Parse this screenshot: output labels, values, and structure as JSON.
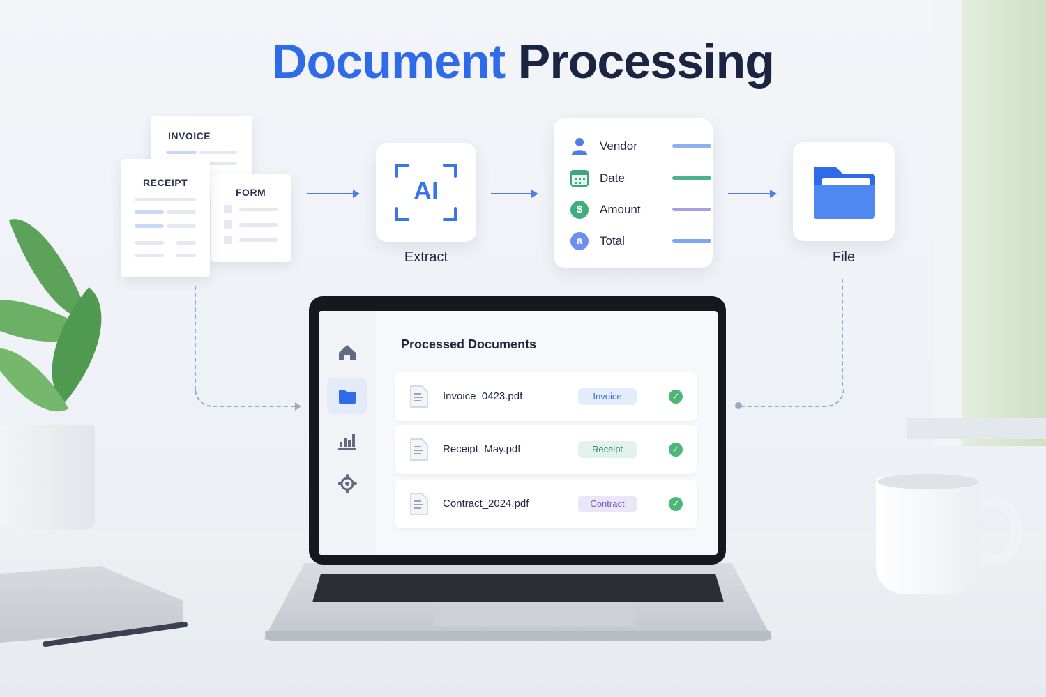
{
  "title": {
    "accent": "Document",
    "rest": "Processing"
  },
  "documents": {
    "invoice": "INVOICE",
    "receipt": "RECEIPT",
    "form": "FORM"
  },
  "extract": {
    "icon_text": "AI",
    "label": "Extract"
  },
  "fields": [
    {
      "label": "Vendor",
      "icon": "person-icon",
      "bar_color": "#8fb0ef"
    },
    {
      "label": "Date",
      "icon": "calendar-icon",
      "bar_color": "#4db08f"
    },
    {
      "label": "Amount",
      "icon": "dollar-icon",
      "bar_color": "#a99be8"
    },
    {
      "label": "Total",
      "icon": "a-icon",
      "bar_color": "#7fa6ee"
    }
  ],
  "file": {
    "label": "File"
  },
  "laptop": {
    "title": "Processed Documents",
    "rows": [
      {
        "name": "Invoice_0423.pdf",
        "badge": "Invoice",
        "badge_bg": "#e2ecfb",
        "badge_color": "#3a6fd6"
      },
      {
        "name": "Receipt_May.pdf",
        "badge": "Receipt",
        "badge_bg": "#e1f3ea",
        "badge_color": "#2f8a5c"
      },
      {
        "name": "Contract_2024.pdf",
        "badge": "Contract",
        "badge_bg": "#ebe7f8",
        "badge_color": "#6d5cc4"
      }
    ],
    "sidebar": [
      "home-icon",
      "folder-icon",
      "chart-icon",
      "gear-icon"
    ]
  }
}
